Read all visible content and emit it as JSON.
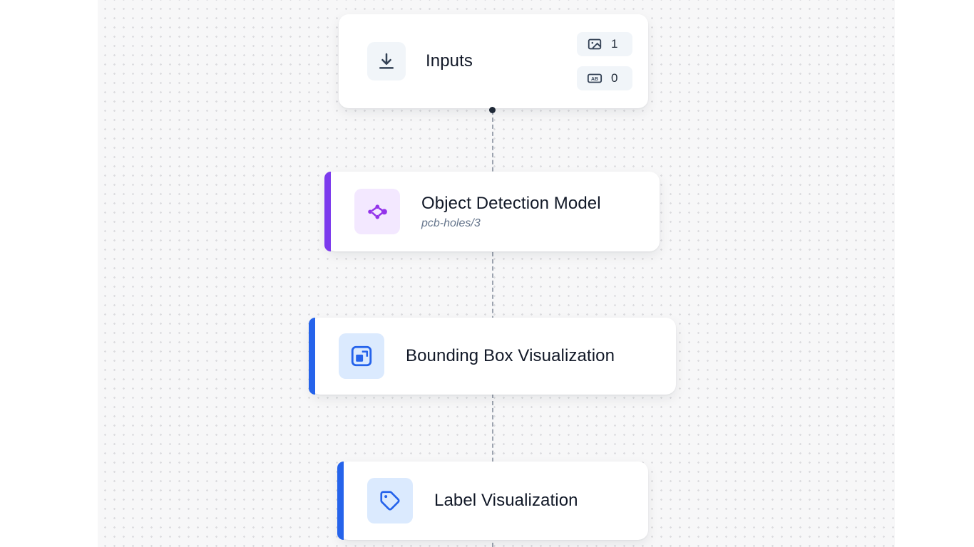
{
  "canvas": {
    "background": "#f7f7f8",
    "dot_color": "#dcdcdf",
    "connector_color": "#9ca3af"
  },
  "nodes": {
    "inputs": {
      "title": "Inputs",
      "icon": "download-tray-icon",
      "badges": [
        {
          "icon": "images-icon",
          "count": "1"
        },
        {
          "icon": "ab-text-icon",
          "count": "0"
        }
      ]
    },
    "object_detection_model": {
      "title": "Object Detection Model",
      "subtitle": "pcb-holes/3",
      "icon": "model-graph-icon",
      "accent_color": "#7c3aed",
      "icon_color": "#9333ea",
      "icon_bg": "#f3e8ff"
    },
    "bounding_box_visualization": {
      "title": "Bounding Box Visualization",
      "icon": "bounding-box-icon",
      "accent_color": "#2563eb",
      "icon_color": "#2563eb",
      "icon_bg": "#dbeafe"
    },
    "label_visualization": {
      "title": "Label Visualization",
      "icon": "tag-icon",
      "accent_color": "#2563eb",
      "icon_color": "#2563eb",
      "icon_bg": "#dbeafe"
    }
  }
}
